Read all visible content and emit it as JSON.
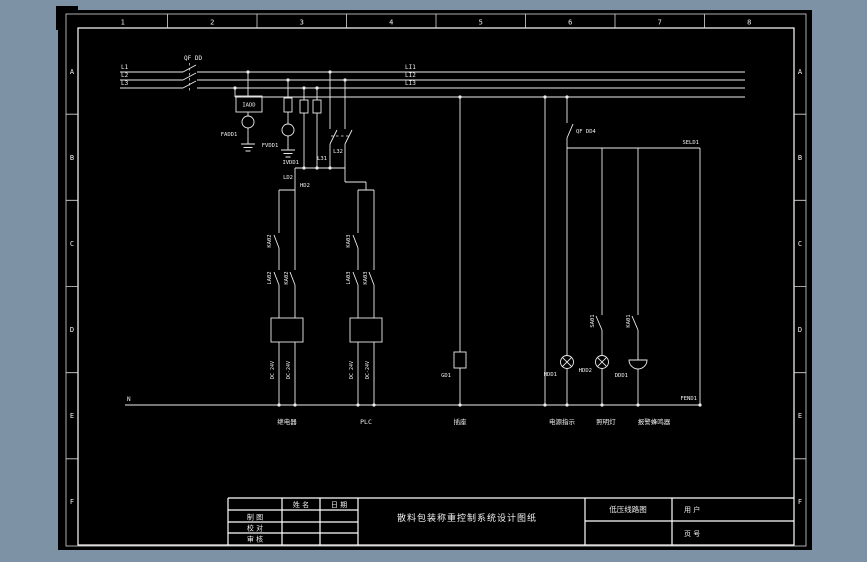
{
  "window": {
    "bg_color": "#7e92a6",
    "paper_color": "#000000",
    "line_color": "#ffffff"
  },
  "frame": {
    "zones": [
      "1",
      "2",
      "3",
      "4",
      "5",
      "6",
      "7",
      "8"
    ],
    "rows": [
      "A",
      "B",
      "C",
      "D",
      "E",
      "F"
    ]
  },
  "circuit": {
    "bus": {
      "l1": "L1",
      "l2": "L2",
      "l3": "L3",
      "li1": "LI1",
      "li2": "LI2",
      "li3": "LI3",
      "n": "N"
    },
    "labels": {
      "qfdd": "QF DD",
      "iadd": "IADD",
      "fadd1": "FADD1",
      "fvdd1": "FVDD1",
      "ivdd1": "IVDD1",
      "ld2": "LD2",
      "hd2": "HD2",
      "l31": "L31",
      "l32": "L32",
      "ka02_a": "KA02",
      "la02": "LA02",
      "ka02_b": "KA02",
      "ka03_a": "KA03",
      "la03": "LA03",
      "ka03_b": "KA03",
      "dc24_a": "DC 24V",
      "dc24n_a": "DC-24V",
      "dc24_b": "DC 24V",
      "dc24n_b": "DC-24V",
      "gd1": "GD1",
      "qfdd4": "QF DD4",
      "seld1": "SELD1",
      "sa01": "SA01",
      "ka01": "KA01",
      "hdd1": "HDD1",
      "hdd2": "HDD2",
      "ddd1": "DDD1",
      "fend1": "FEND1"
    },
    "captions": {
      "relay": "继电器",
      "plc": "PLC",
      "socket": "插座",
      "power": "电源指示",
      "lamp": "照明灯",
      "buzzer": "报警蜂鸣器"
    }
  },
  "title_block": {
    "name_h": "姓 名",
    "date_h": "日 期",
    "drawn": "制 图",
    "checked": "校 对",
    "approved": "审 核",
    "title": "散料包装称重控制系统设计图纸",
    "sheet_name": "低压线路图",
    "user": "用 户",
    "page": "页 号"
  }
}
